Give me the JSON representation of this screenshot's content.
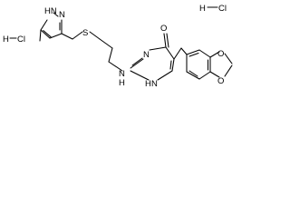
{
  "molecule": {
    "atoms": {
      "imidazole_nh": "HN",
      "imidazole_n": "N",
      "thioether_s": "S",
      "linker_nh": "N",
      "linker_h": "H",
      "pyrimidine_n": "N",
      "pyrimidinone_nh": "N",
      "pyrimidinone_h": "H",
      "carbonyl_o": "O",
      "dioxole_o1": "O",
      "dioxole_o2": "O"
    },
    "salts": {
      "hcl_left_h": "H",
      "hcl_left_cl": "Cl",
      "hcl_right_h": "H",
      "hcl_right_cl": "Cl"
    }
  }
}
